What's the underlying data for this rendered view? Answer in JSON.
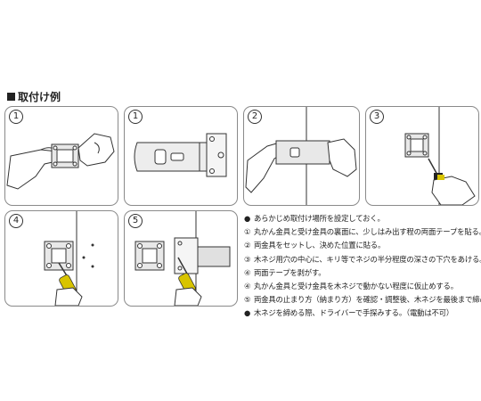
{
  "section_title": "取付け例",
  "panels": [
    {
      "number": "1"
    },
    {
      "number": "1"
    },
    {
      "number": "2"
    },
    {
      "number": "3"
    },
    {
      "number": "4"
    },
    {
      "number": "5"
    }
  ],
  "instructions": [
    {
      "marker": "●",
      "text": "あらかじめ取付け場所を設定しておく。"
    },
    {
      "marker": "①",
      "text": "丸かん金具と受け金具の裏面に、少しはみ出す程の両面テープを貼る。"
    },
    {
      "marker": "②",
      "text": "両金具をセットし、決めた位置に貼る。"
    },
    {
      "marker": "③",
      "text": "木ネジ用穴の中心に、キリ等でネジの半分程度の深さの下穴をあける。"
    },
    {
      "marker": "④",
      "text": "両面テープを剥がす。"
    },
    {
      "marker": "④",
      "text": "丸かん金具と受け金具を木ネジで動かない程度に仮止めする。"
    },
    {
      "marker": "⑤",
      "text": "両金具の止まり方（納まり方）を確認・調整後、木ネジを最後まで締める。"
    },
    {
      "marker": "●",
      "text": "木ネジを締める際、ドライバーで手探みする。（電動は不可）"
    }
  ]
}
